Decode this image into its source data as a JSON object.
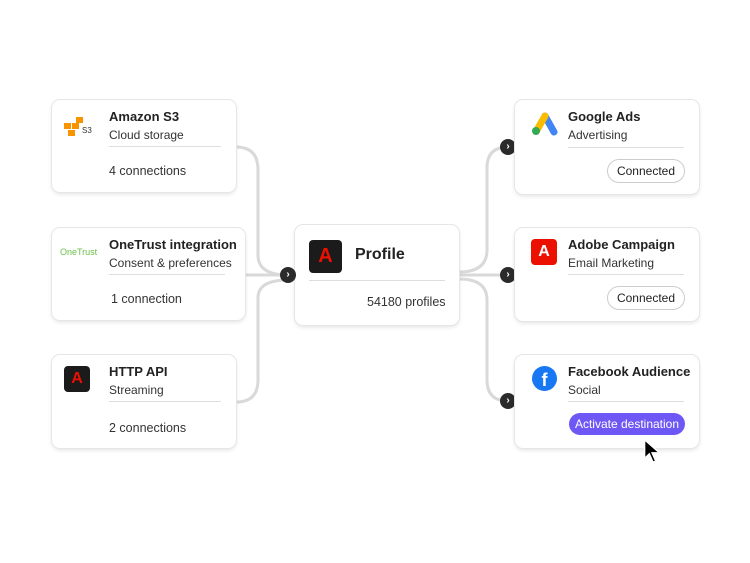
{
  "sources": [
    {
      "title": "Amazon S3",
      "subtitle": "Cloud storage",
      "count": "4 connections",
      "logo_text": "S3"
    },
    {
      "title": "OneTrust integration",
      "subtitle": "Consent & preferences",
      "count": "1 connection",
      "logo_text": "OneTrust"
    },
    {
      "title": "HTTP API",
      "subtitle": "Streaming",
      "count": "2 connections"
    }
  ],
  "profile": {
    "title": "Profile",
    "count": "54180 profiles"
  },
  "destinations": [
    {
      "title": "Google Ads",
      "subtitle": "Advertising",
      "button": "Connected"
    },
    {
      "title": "Adobe Campaign",
      "subtitle": "Email Marketing",
      "button": "Connected"
    },
    {
      "title": "Facebook Audience",
      "subtitle": "Social",
      "button": "Activate destination"
    }
  ],
  "colors": {
    "accent": "#6e58f5",
    "adobe_red": "#eb1000",
    "facebook": "#1877f2"
  }
}
